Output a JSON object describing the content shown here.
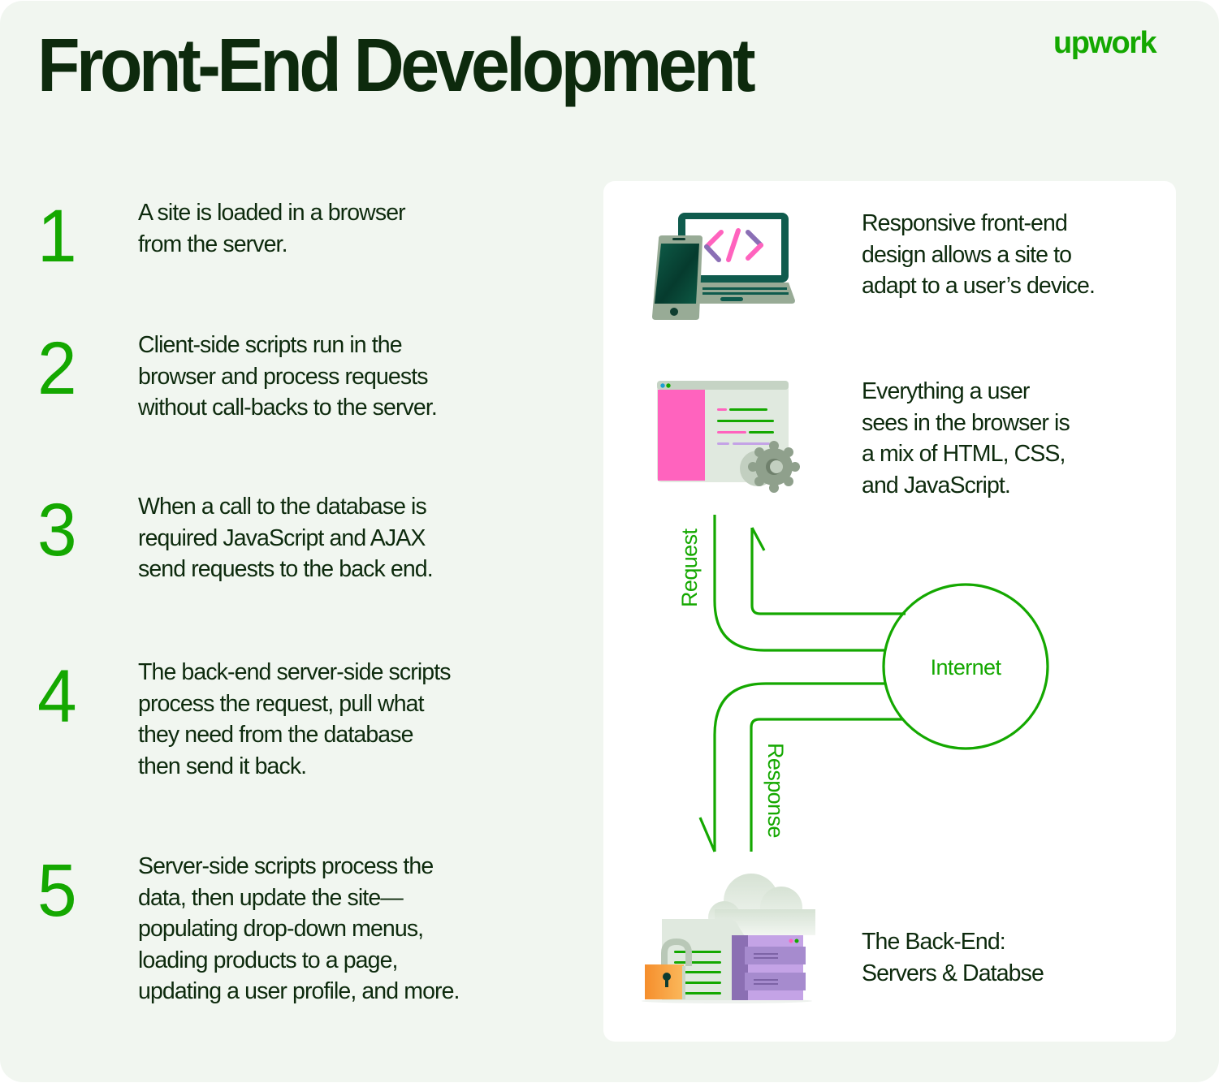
{
  "header": {
    "title": "Front-End Development",
    "brand_logo": "upwork"
  },
  "colors": {
    "accent_green": "#14a800",
    "text_dark": "#0d2a0d",
    "background": "#f1f6f0",
    "card": "#ffffff",
    "pink": "#ff63be",
    "purple": "#c4a3e6"
  },
  "steps": [
    {
      "number": "1",
      "lines": [
        "A site is loaded in a browser",
        "from the server."
      ]
    },
    {
      "number": "2",
      "lines": [
        "Client-side scripts run in the",
        "browser and process requests",
        "without call-backs to the server."
      ]
    },
    {
      "number": "3",
      "lines": [
        "When a call to the database is",
        "required JavaScript and AJAX",
        "send requests to the back end."
      ]
    },
    {
      "number": "4",
      "lines": [
        "The back-end server-side scripts",
        "process the request, pull what",
        "they need from the database",
        "then send it back."
      ]
    },
    {
      "number": "5",
      "lines": [
        "Server-side scripts process the",
        "data, then update the site—",
        "populating drop-down menus,",
        "loading products to a page,",
        "updating a user profile, and more."
      ]
    }
  ],
  "diagram": {
    "responsive": {
      "icon": "laptop-phone-code-icon",
      "lines": [
        "Responsive front-end",
        "design allows a site to",
        "adapt to a user’s device."
      ]
    },
    "browser": {
      "icon": "browser-window-gear-icon",
      "lines": [
        "Everything a user",
        "sees in the browser is",
        "a mix of HTML, CSS,",
        "and JavaScript."
      ]
    },
    "request_label": "Request",
    "response_label": "Response",
    "internet_label": "Internet",
    "backend": {
      "icon": "server-cloud-lock-icon",
      "lines": [
        "The Back-End:",
        "Servers & Databse"
      ]
    }
  }
}
